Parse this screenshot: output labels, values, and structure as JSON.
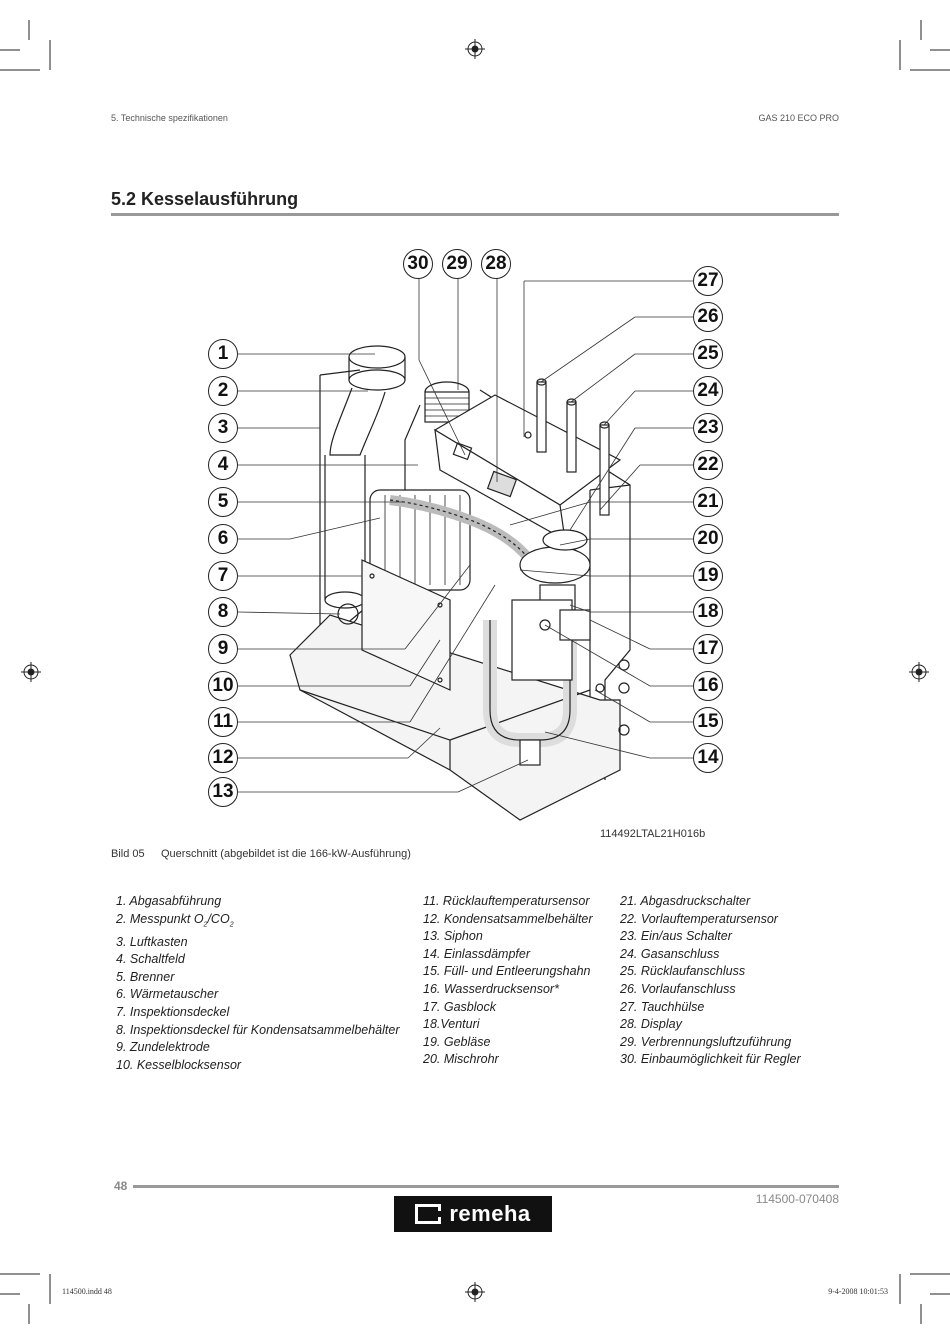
{
  "header": {
    "left": "5. Technische spezifikationen",
    "right": "GAS 210 ECO PRO"
  },
  "section": {
    "title": "5.2 Kesselausführung"
  },
  "figure": {
    "code": "114492LTAL21H016b",
    "label": "Bild 05",
    "caption": "Querschnitt (abgebildet ist die 166-kW-Ausführung)",
    "callouts_left": [
      "1",
      "2",
      "3",
      "4",
      "5",
      "6",
      "7",
      "8",
      "9",
      "10",
      "11",
      "12",
      "13"
    ],
    "callouts_top": [
      "30",
      "29",
      "28"
    ],
    "callouts_right": [
      "27",
      "26",
      "25",
      "24",
      "23",
      "22",
      "21",
      "20",
      "19",
      "18",
      "17",
      "16",
      "15",
      "14"
    ]
  },
  "legend": {
    "col1": [
      "1. Abgasabführung",
      "2. Messpunkt O2/CO2",
      "3. Luftkasten",
      "4. Schaltfeld",
      "5. Brenner",
      "6. Wärmetauscher",
      "7. Inspektionsdeckel",
      "8. Inspektionsdeckel für Kondensatsammelbehälter",
      "9. Zundelektrode",
      "10. Kesselblocksensor"
    ],
    "col2": [
      "11. Rücklauftemperatursensor",
      "12. Kondensatsammelbehälter",
      "13. Siphon",
      "14. Einlassdämpfer",
      "15. Füll- und Entleerungshahn",
      "16. Wasserdrucksensor*",
      "17. Gasblock",
      "18.Venturi",
      "19. Gebläse",
      "20. Mischrohr"
    ],
    "col3": [
      "21. Abgasdruckschalter",
      "22. Vorlauftemperatursensor",
      "23. Ein/aus Schalter",
      "24. Gasanschluss",
      "25. Rücklaufanschluss",
      "26. Vorlaufanschluss",
      "27. Tauchhülse",
      "28. Display",
      "29. Verbrennungsluftzuführung",
      "30. Einbaumöglichkeit für Regler"
    ]
  },
  "footer": {
    "page_number": "48",
    "doc_number": "114500-070408",
    "logo_text": "remeha",
    "slug_left": "114500.indd   48",
    "slug_right": "9-4-2008   10:01:53"
  }
}
